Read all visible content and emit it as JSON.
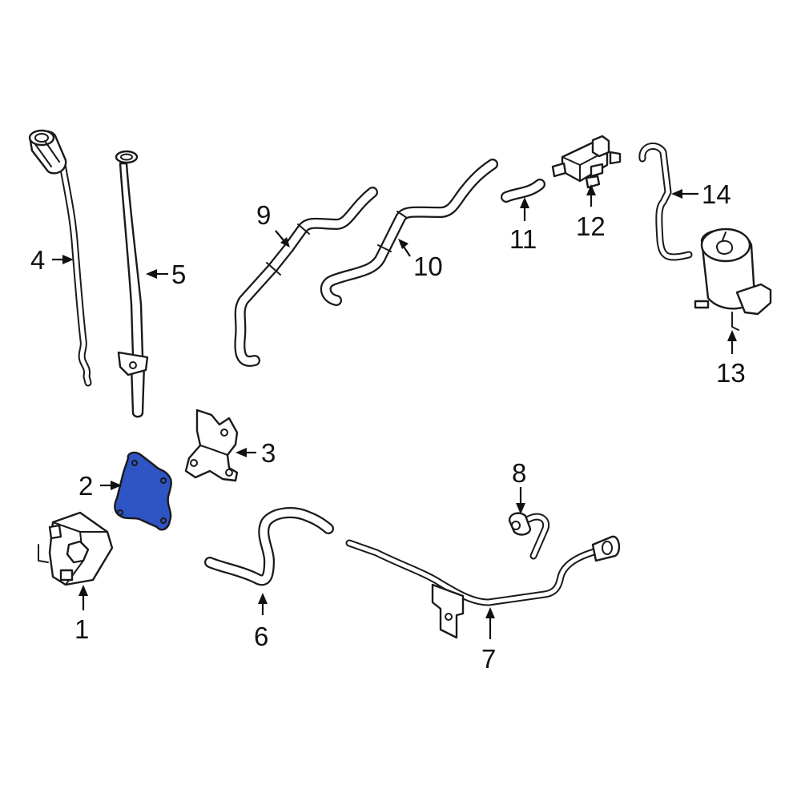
{
  "diagram": {
    "highlight_color": "#2f54c4",
    "line_color": "#1a1a1a",
    "callouts": [
      {
        "id": "1",
        "label": "1"
      },
      {
        "id": "2",
        "label": "2"
      },
      {
        "id": "3",
        "label": "3"
      },
      {
        "id": "4",
        "label": "4"
      },
      {
        "id": "5",
        "label": "5"
      },
      {
        "id": "6",
        "label": "6"
      },
      {
        "id": "7",
        "label": "7"
      },
      {
        "id": "8",
        "label": "8"
      },
      {
        "id": "9",
        "label": "9"
      },
      {
        "id": "10",
        "label": "10"
      },
      {
        "id": "11",
        "label": "11"
      },
      {
        "id": "12",
        "label": "12"
      },
      {
        "id": "13",
        "label": "13"
      },
      {
        "id": "14",
        "label": "14"
      }
    ],
    "highlighted_part": "2"
  }
}
